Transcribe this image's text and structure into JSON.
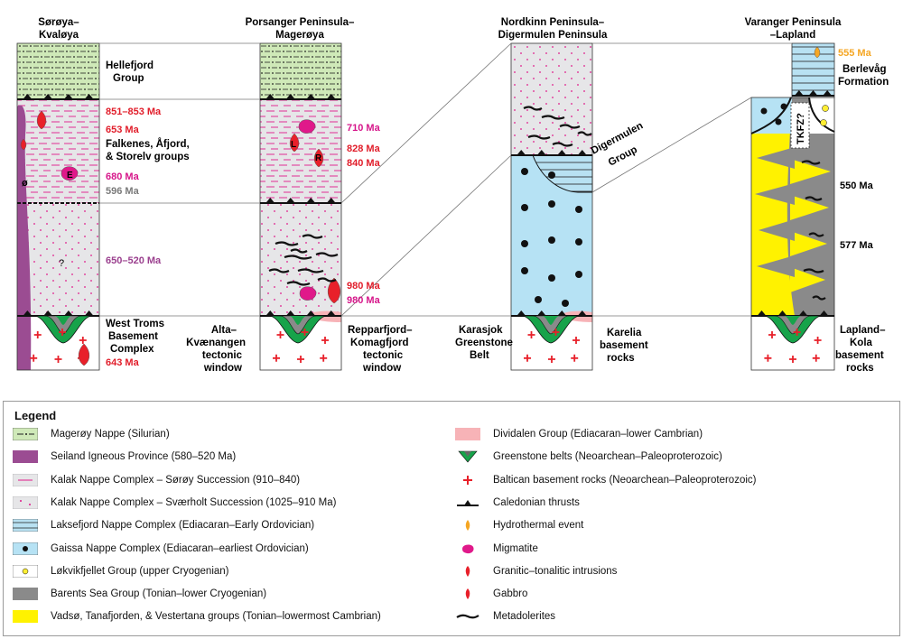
{
  "columns": [
    {
      "title_line1": "Sørøya–",
      "title_line2": "Kvaløya"
    },
    {
      "title_line1": "Porsanger Peninsula–",
      "title_line2": "Magerøya"
    },
    {
      "title_line1": "Nordkinn Peninsula–",
      "title_line2": "Digermulen Peninsula"
    },
    {
      "title_line1": "Varanger Peninsula",
      "title_line2": "–Lapland"
    }
  ],
  "labels": {
    "hellefjord_1": "Hellefjord",
    "hellefjord_2": "Group",
    "falkenes_1": "Falkenes, Åfjord,",
    "falkenes_2": "& Storelv groups",
    "westtroms_1": "West Troms",
    "westtroms_2": "Basement",
    "westtroms_3": "Complex",
    "alta_1": "Alta–",
    "alta_2": "Kvænangen",
    "alta_3": "tectonic",
    "alta_4": "window",
    "repp_1": "Repparfjord–",
    "repp_2": "Komagfjord",
    "repp_3": "tectonic",
    "repp_4": "window",
    "karasjok_1": "Karasjok",
    "karasjok_2": "Greenstone",
    "karasjok_3": "Belt",
    "karelia_1": "Karelia",
    "karelia_2": "basement",
    "karelia_3": "rocks",
    "digermulen_1": "Digermulen",
    "digermulen_2": "Group",
    "berlevag_1": "Berlevåg",
    "berlevag_2": "Formation",
    "lapland_1": "Lapland–",
    "lapland_2": "Kola",
    "lapland_3": "basement",
    "lapland_4": "rocks",
    "tkfz": "TKFZ?",
    "sym_o": "ø",
    "sym_e": "E",
    "sym_l": "L",
    "sym_r": "R",
    "sym_q": "?"
  },
  "ages": {
    "a851": "851–853 Ma",
    "a653": "653 Ma",
    "a680": "680 Ma",
    "a596": "596 Ma",
    "a650": "650–520 Ma",
    "a643": "643 Ma",
    "a710": "710 Ma",
    "a828": "828 Ma",
    "a840": "840 Ma",
    "a980a": "980 Ma",
    "a980b": "980 Ma",
    "a555": "555 Ma",
    "a550": "550 Ma",
    "a577": "577 Ma"
  },
  "colors": {
    "mageroy": "#cfe9b8",
    "seiland": "#9b4c92",
    "kalak": "#e6e6e8",
    "magenta": "#e0198a",
    "laksefjord": "#b8e1f2",
    "gaissa": "#b6e2f4",
    "lokvik": "#ffee33",
    "barents": "#8a8a8a",
    "vadso": "#fff200",
    "dividalen": "#f7b3b7",
    "greenstone": "#17a34a",
    "red": "#e8202a",
    "orange": "#f5a623",
    "age_red": "#e11d2a",
    "age_magenta": "#d6168a",
    "age_gray": "#7a7a7a",
    "age_purple": "#9a3f8e"
  },
  "legend": {
    "title": "Legend",
    "left": [
      {
        "label": "Magerøy Nappe (Silurian)",
        "icon": "mageroy-swatch"
      },
      {
        "label": "Seiland Igneous Province (580–520 Ma)",
        "icon": "seiland-swatch"
      },
      {
        "label": "Kalak Nappe Complex – Sørøy Succession (910–840)",
        "icon": "soroy-swatch"
      },
      {
        "label": "Kalak Nappe Complex – Sværholt Succession (1025–910 Ma)",
        "icon": "svaerholt-swatch"
      },
      {
        "label": "Laksefjord Nappe Complex (Ediacaran–Early Ordovician)",
        "icon": "laksefjord-swatch"
      },
      {
        "label": "Gaissa Nappe Complex (Ediacaran–earliest Ordovician)",
        "icon": "gaissa-swatch"
      },
      {
        "label": "Løkvikfjellet Group (upper Cryogenian)",
        "icon": "lokvikfjellet-swatch"
      },
      {
        "label": "Barents Sea Group (Tonian–lower Cryogenian)",
        "icon": "barents-swatch"
      },
      {
        "label": "Vadsø, Tanafjorden, & Vestertana groups (Tonian–lowermost Cambrian)",
        "icon": "vadso-swatch"
      }
    ],
    "right": [
      {
        "label": "Dividalen Group (Ediacaran–lower Cambrian)",
        "icon": "dividalen-swatch"
      },
      {
        "label": "Greenstone belts (Neoarchean–Paleoproterozoic)",
        "icon": "greenstone-icon"
      },
      {
        "label": "Baltican basement rocks (Neoarchean–Paleoproterozoic)",
        "icon": "basement-cross-icon"
      },
      {
        "label": "Caledonian thrusts",
        "icon": "thrust-icon"
      },
      {
        "label": "Hydrothermal event",
        "icon": "hydrothermal-icon"
      },
      {
        "label": "Migmatite",
        "icon": "migmatite-icon"
      },
      {
        "label": "Granitic–tonalitic intrusions",
        "icon": "granitic-icon"
      },
      {
        "label": "Gabbro",
        "icon": "gabbro-icon"
      },
      {
        "label": "Metadolerites",
        "icon": "metadolerite-icon"
      }
    ]
  }
}
